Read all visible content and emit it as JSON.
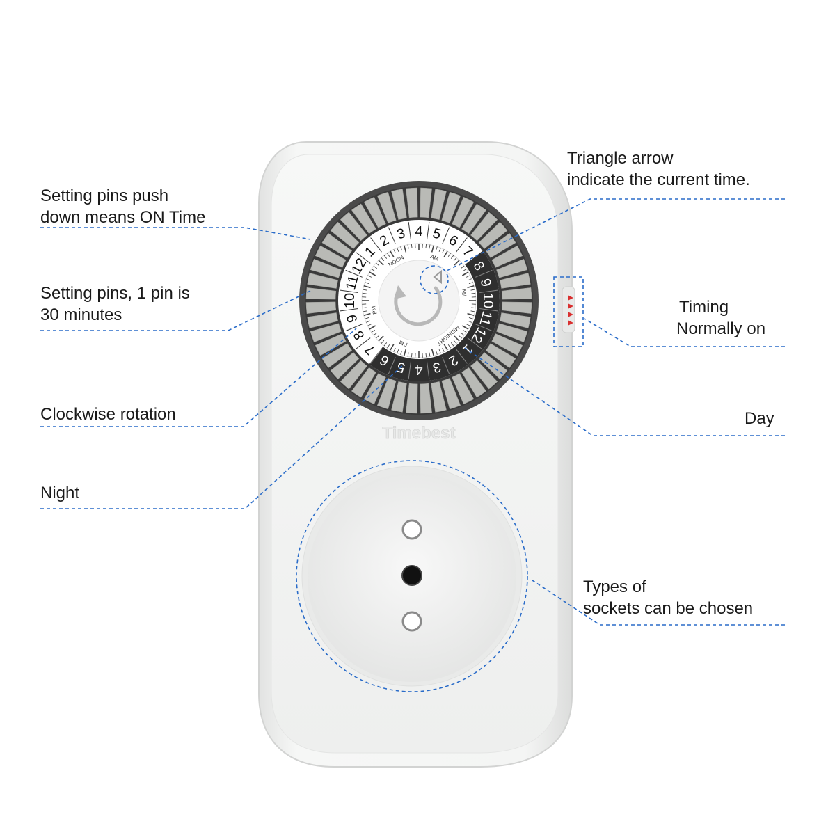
{
  "brand": {
    "name": "Timebest"
  },
  "dial": {
    "center_marks": [
      "NOON",
      "AM",
      "AM",
      "MIDNIGHT",
      "PM",
      "PM"
    ],
    "pm_numbers": [
      "12",
      "1",
      "2",
      "3",
      "4",
      "5",
      "6",
      "7",
      "8",
      "9",
      "10",
      "11"
    ],
    "am_numbers": [
      "12",
      "1",
      "2",
      "3",
      "4",
      "5",
      "6",
      "7",
      "8",
      "9",
      "10",
      "11"
    ]
  },
  "annotations": {
    "setting_on": {
      "line1": "Setting pins push",
      "line2": "down means ON Time"
    },
    "pins": {
      "line1": "Setting pins, 1 pin is",
      "line2": "30 minutes"
    },
    "clockwise": {
      "text": "Clockwise rotation"
    },
    "night": {
      "text": "Night"
    },
    "triangle": {
      "line1": "Triangle arrow",
      "line2": "indicate the current time."
    },
    "timing": {
      "line1": "Timing",
      "line2": "Normally on"
    },
    "day": {
      "text": "Day"
    },
    "sockets": {
      "line1": "Types of",
      "line2": "sockets can be chosen"
    }
  },
  "colors": {
    "callout_line": "#2a6cc9",
    "pin_gray": "#b9bab6",
    "dial_dark": "#343434",
    "body_white": "#f3f4f3",
    "switch_red": "#d93030"
  }
}
